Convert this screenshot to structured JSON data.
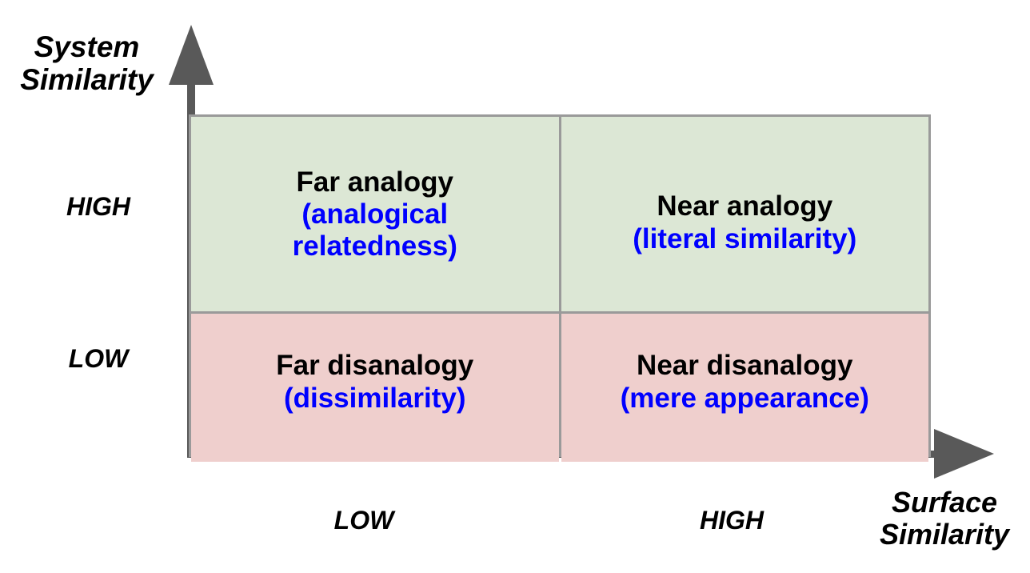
{
  "diagram": {
    "title": "Similarity quadrant diagram",
    "colors": {
      "high_system_fill": "#dce7d5",
      "low_system_fill": "#efcfcd",
      "grid_border": "#9a9a9a",
      "axis_arrow": "#595959",
      "primary_text": "#000000",
      "secondary_text": "#0000ff"
    },
    "axes": {
      "y": {
        "title": "System\nSimilarity",
        "ticks": [
          {
            "key": "high",
            "label": "HIGH"
          },
          {
            "key": "low",
            "label": "LOW"
          }
        ],
        "arrow": "up-arrow-icon"
      },
      "x": {
        "title": "Surface\nSimilarity",
        "ticks": [
          {
            "key": "low",
            "label": "LOW"
          },
          {
            "key": "high",
            "label": "HIGH"
          }
        ],
        "arrow": "right-arrow-icon"
      }
    },
    "quadrants": [
      {
        "key": "far-analogy",
        "system_similarity": "HIGH",
        "surface_similarity": "LOW",
        "title": "Far analogy",
        "subtitle": "(analogical\nrelatedness)",
        "fill": "#dce7d5"
      },
      {
        "key": "near-analogy",
        "system_similarity": "HIGH",
        "surface_similarity": "HIGH",
        "title": "Near analogy",
        "subtitle": "(literal similarity)",
        "fill": "#dce7d5"
      },
      {
        "key": "far-disanalogy",
        "system_similarity": "LOW",
        "surface_similarity": "LOW",
        "title": "Far disanalogy",
        "subtitle": "(dissimilarity)",
        "fill": "#efcfcd"
      },
      {
        "key": "near-disanalogy",
        "system_similarity": "LOW",
        "surface_similarity": "HIGH",
        "title": "Near disanalogy",
        "subtitle": "(mere appearance)",
        "fill": "#efcfcd"
      }
    ]
  }
}
